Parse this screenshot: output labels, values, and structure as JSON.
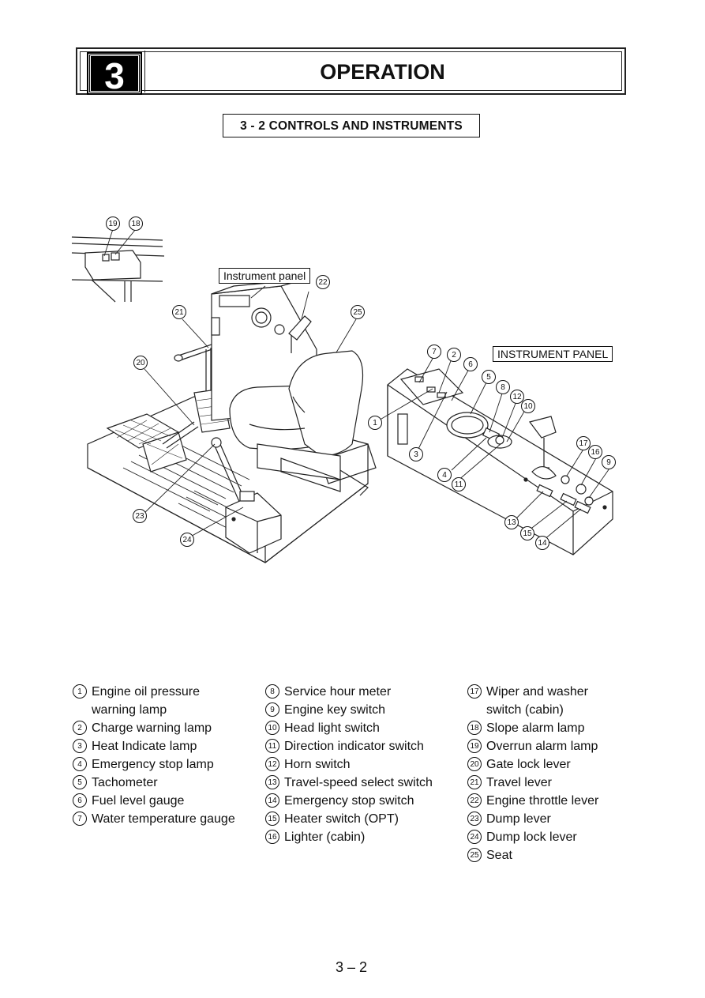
{
  "header": {
    "chapter_number": "3",
    "title": "OPERATION"
  },
  "section_title": "3 - 2  CONTROLS AND INSTRUMENTS",
  "figure": {
    "instrument_panel_label": "Instrument panel",
    "instrument_panel_caps_label": "INSTRUMENT PANEL",
    "callouts": [
      "1",
      "2",
      "3",
      "4",
      "5",
      "6",
      "7",
      "8",
      "9",
      "10",
      "11",
      "12",
      "13",
      "14",
      "15",
      "16",
      "17",
      "18",
      "19",
      "20",
      "21",
      "22",
      "23",
      "24",
      "25"
    ]
  },
  "legend": {
    "col1": [
      {
        "num": "1",
        "text": "Engine oil pressure",
        "cont": "warning lamp"
      },
      {
        "num": "2",
        "text": "Charge warning lamp"
      },
      {
        "num": "3",
        "text": "Heat Indicate lamp"
      },
      {
        "num": "4",
        "text": "Emergency stop lamp"
      },
      {
        "num": "5",
        "text": "Tachometer"
      },
      {
        "num": "6",
        "text": "Fuel level gauge"
      },
      {
        "num": "7",
        "text": "Water temperature gauge"
      }
    ],
    "col2": [
      {
        "num": "8",
        "text": "Service hour meter"
      },
      {
        "num": "9",
        "text": "Engine key switch"
      },
      {
        "num": "10",
        "text": "Head light switch"
      },
      {
        "num": "11",
        "text": "Direction indicator switch"
      },
      {
        "num": "12",
        "text": "Horn switch"
      },
      {
        "num": "13",
        "text": "Travel-speed select switch"
      },
      {
        "num": "14",
        "text": "Emergency stop switch"
      },
      {
        "num": "15",
        "text": "Heater switch (OPT)"
      },
      {
        "num": "16",
        "text": "Lighter (cabin)"
      }
    ],
    "col3": [
      {
        "num": "17",
        "text": "Wiper and washer",
        "cont": "switch (cabin)"
      },
      {
        "num": "18",
        "text": "Slope alarm lamp"
      },
      {
        "num": "19",
        "text": "Overrun alarm lamp"
      },
      {
        "num": "20",
        "text": "Gate lock lever"
      },
      {
        "num": "21",
        "text": "Travel lever"
      },
      {
        "num": "22",
        "text": "Engine throttle lever"
      },
      {
        "num": "23",
        "text": "Dump lever"
      },
      {
        "num": "24",
        "text": "Dump lock lever"
      },
      {
        "num": "25",
        "text": "Seat"
      }
    ]
  },
  "page_number": "3 – 2"
}
